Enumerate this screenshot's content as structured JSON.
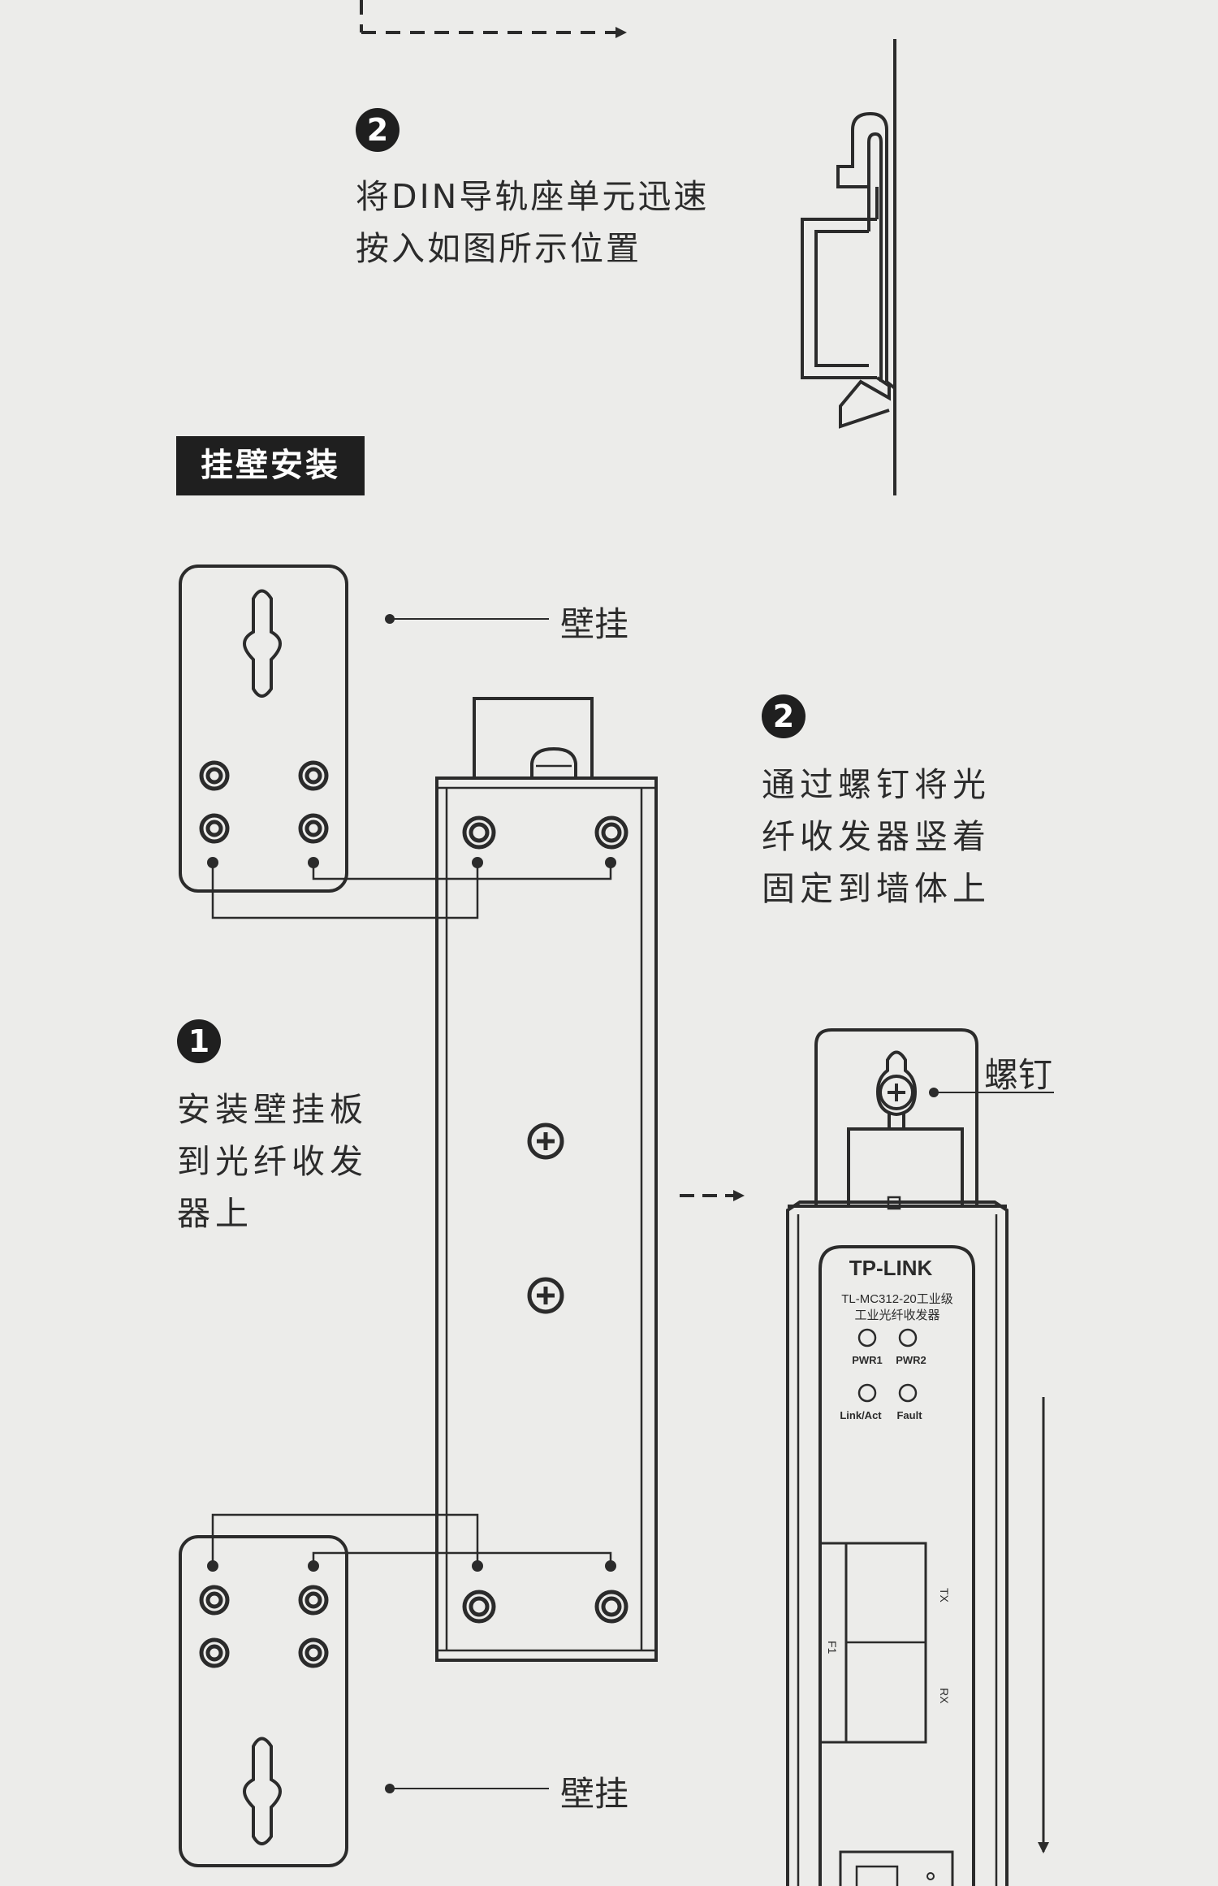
{
  "din_step": {
    "number": "2",
    "lines": [
      "将DIN导轨座单元迅速",
      "按入如图所示位置"
    ]
  },
  "wall_section": {
    "title": "挂壁安装",
    "callout_top": "壁挂",
    "callout_bottom": "壁挂",
    "callout_screw": "螺钉",
    "step1": {
      "number": "1",
      "lines": [
        "安装壁挂板",
        "到光纤收发",
        "器上"
      ]
    },
    "step2": {
      "number": "2",
      "lines": [
        "通过螺钉将光",
        "纤收发器竖着",
        "固定到墙体上"
      ]
    }
  },
  "device": {
    "brand": "TP-LINK",
    "model": "TL-MC312-20工业级",
    "desc": "工业光纤收发器",
    "leds": [
      "PWR1",
      "PWR2",
      "Link/Act",
      "Fault"
    ],
    "port_labels": {
      "port": "F1",
      "tx": "TX",
      "rx": "RX"
    }
  }
}
